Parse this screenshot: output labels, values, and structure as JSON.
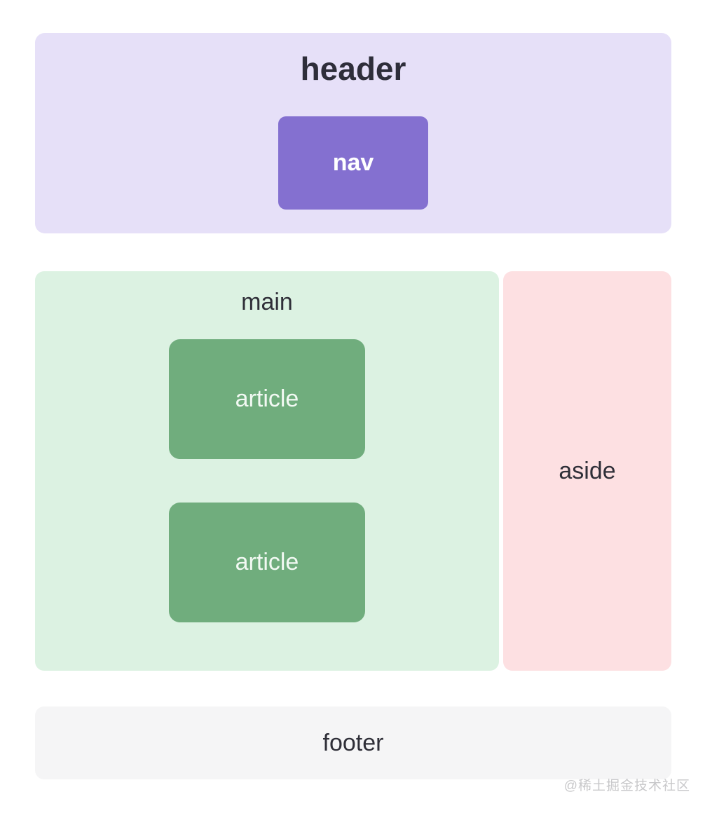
{
  "page": {
    "background": "#ffffff",
    "watermark": "@稀土掘金技术社区",
    "watermark_color": "#c8c8ca"
  },
  "layout": {
    "header": {
      "label": "header",
      "bg": "#e6e0f8",
      "text_color": "#2e2e3a"
    },
    "nav": {
      "label": "nav",
      "bg": "#8470d0",
      "text_color": "#ffffff"
    },
    "main": {
      "label": "main",
      "bg": "#dcf2e2",
      "text_color": "#2f2f38"
    },
    "articles": [
      {
        "label": "article"
      },
      {
        "label": "article"
      }
    ],
    "article_style": {
      "bg": "#70ad7d",
      "text_color": "#f2f9f3"
    },
    "aside": {
      "label": "aside",
      "bg": "#fde0e2",
      "text_color": "#2f2f38"
    },
    "footer": {
      "label": "footer",
      "bg": "#f5f5f6",
      "text_color": "#2f2f38"
    }
  }
}
